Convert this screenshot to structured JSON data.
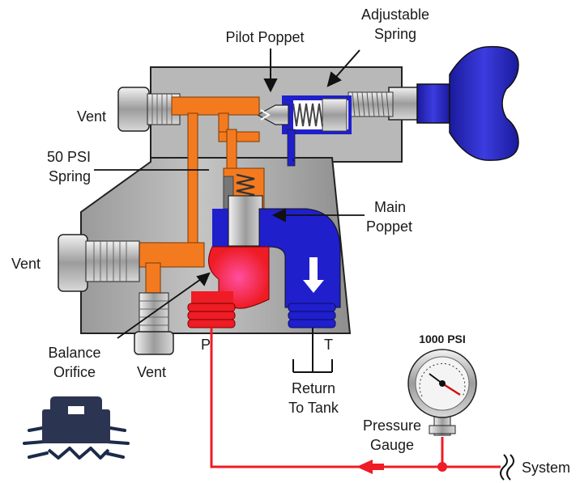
{
  "labels": {
    "adjustable_spring_1": "Adjustable",
    "adjustable_spring_2": "Spring",
    "pilot_poppet": "Pilot Poppet",
    "vent_top": "Vent",
    "spring50_1": "50 PSI",
    "spring50_2": "Spring",
    "main_poppet_1": "Main",
    "main_poppet_2": "Poppet",
    "vent_mid": "Vent",
    "balance_orifice_1": "Balance",
    "balance_orifice_2": "Orifice",
    "vent_bottom": "Vent",
    "port_p": "P",
    "port_t": "T",
    "return_tank_1": "Return",
    "return_tank_2": "To Tank",
    "gauge_reading": "1000 PSI",
    "pressure_gauge_1": "Pressure",
    "pressure_gauge_2": "Gauge",
    "system": "System"
  },
  "colors": {
    "pressure_oil": "#ee1c24",
    "pilot_oil": "#f47a20",
    "tank_oil": "#1f1fcc",
    "body": "#b3b3b3",
    "knob": "#2424b8"
  },
  "icons": [
    "toolbox-logo-icon",
    "flow-arrow-icon",
    "pressure-gauge-icon",
    "break-symbol-icon"
  ]
}
